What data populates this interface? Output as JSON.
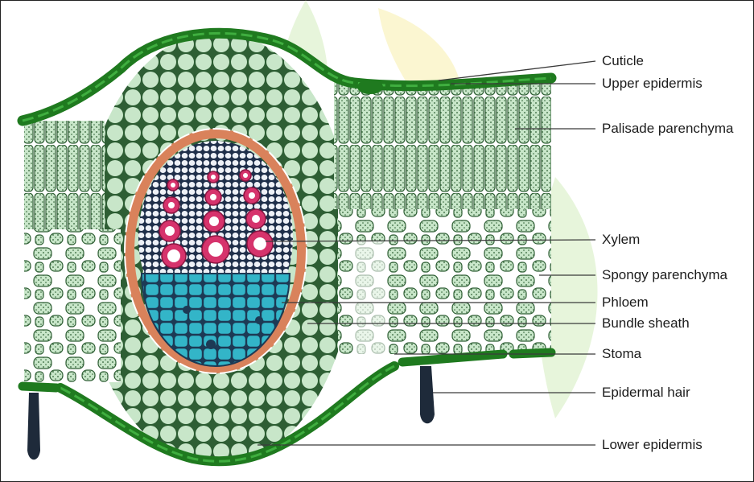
{
  "diagram": {
    "labels": {
      "cuticle": "Cuticle",
      "upper_epidermis": "Upper epidermis",
      "palisade": "Palisade parenchyma",
      "xylem": "Xylem",
      "spongy": "Spongy parenchyma",
      "phloem": "Phloem",
      "bundle_sheath": "Bundle sheath",
      "stoma": "Stoma",
      "epidermal_hair": "Epidermal hair",
      "lower_epidermis": "Lower epidermis"
    },
    "colors": {
      "epidermis": "#1f7a1f",
      "cell_fill": "#c8e6c9",
      "cell_stroke": "#2e5e34",
      "sheath": "#d9825b",
      "xylem": "#d6336c",
      "phloem": "#2fb3c6",
      "hair": "#1e2a3a",
      "watermark": "#c9e8b0"
    }
  }
}
